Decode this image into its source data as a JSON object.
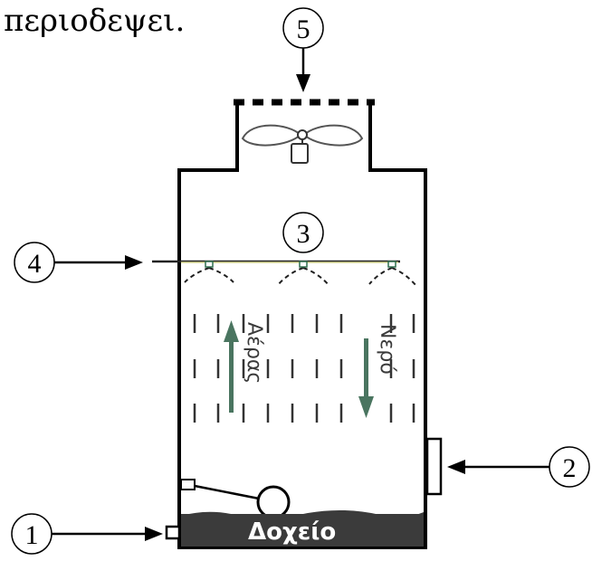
{
  "caption_fragment": "περιοδεψει.",
  "labels": {
    "tank": "Δοχείο",
    "air": "Αέρας",
    "water": "Νερό"
  },
  "callouts": [
    {
      "id": "c1",
      "number": "1",
      "meaning": "water-inlet"
    },
    {
      "id": "c2",
      "number": "2",
      "meaning": "side-access-panel"
    },
    {
      "id": "c3",
      "number": "3",
      "meaning": "spray-nozzles"
    },
    {
      "id": "c4",
      "number": "4",
      "meaning": "distribution-pipe"
    },
    {
      "id": "c5",
      "number": "5",
      "meaning": "fan-outlet"
    }
  ],
  "colors": {
    "stroke": "#000000",
    "tank_fill": "#3b3b3b",
    "arrow_fill": "#4a7560",
    "pipe": "#d8d890",
    "nozzle": "#2f6f4e"
  }
}
